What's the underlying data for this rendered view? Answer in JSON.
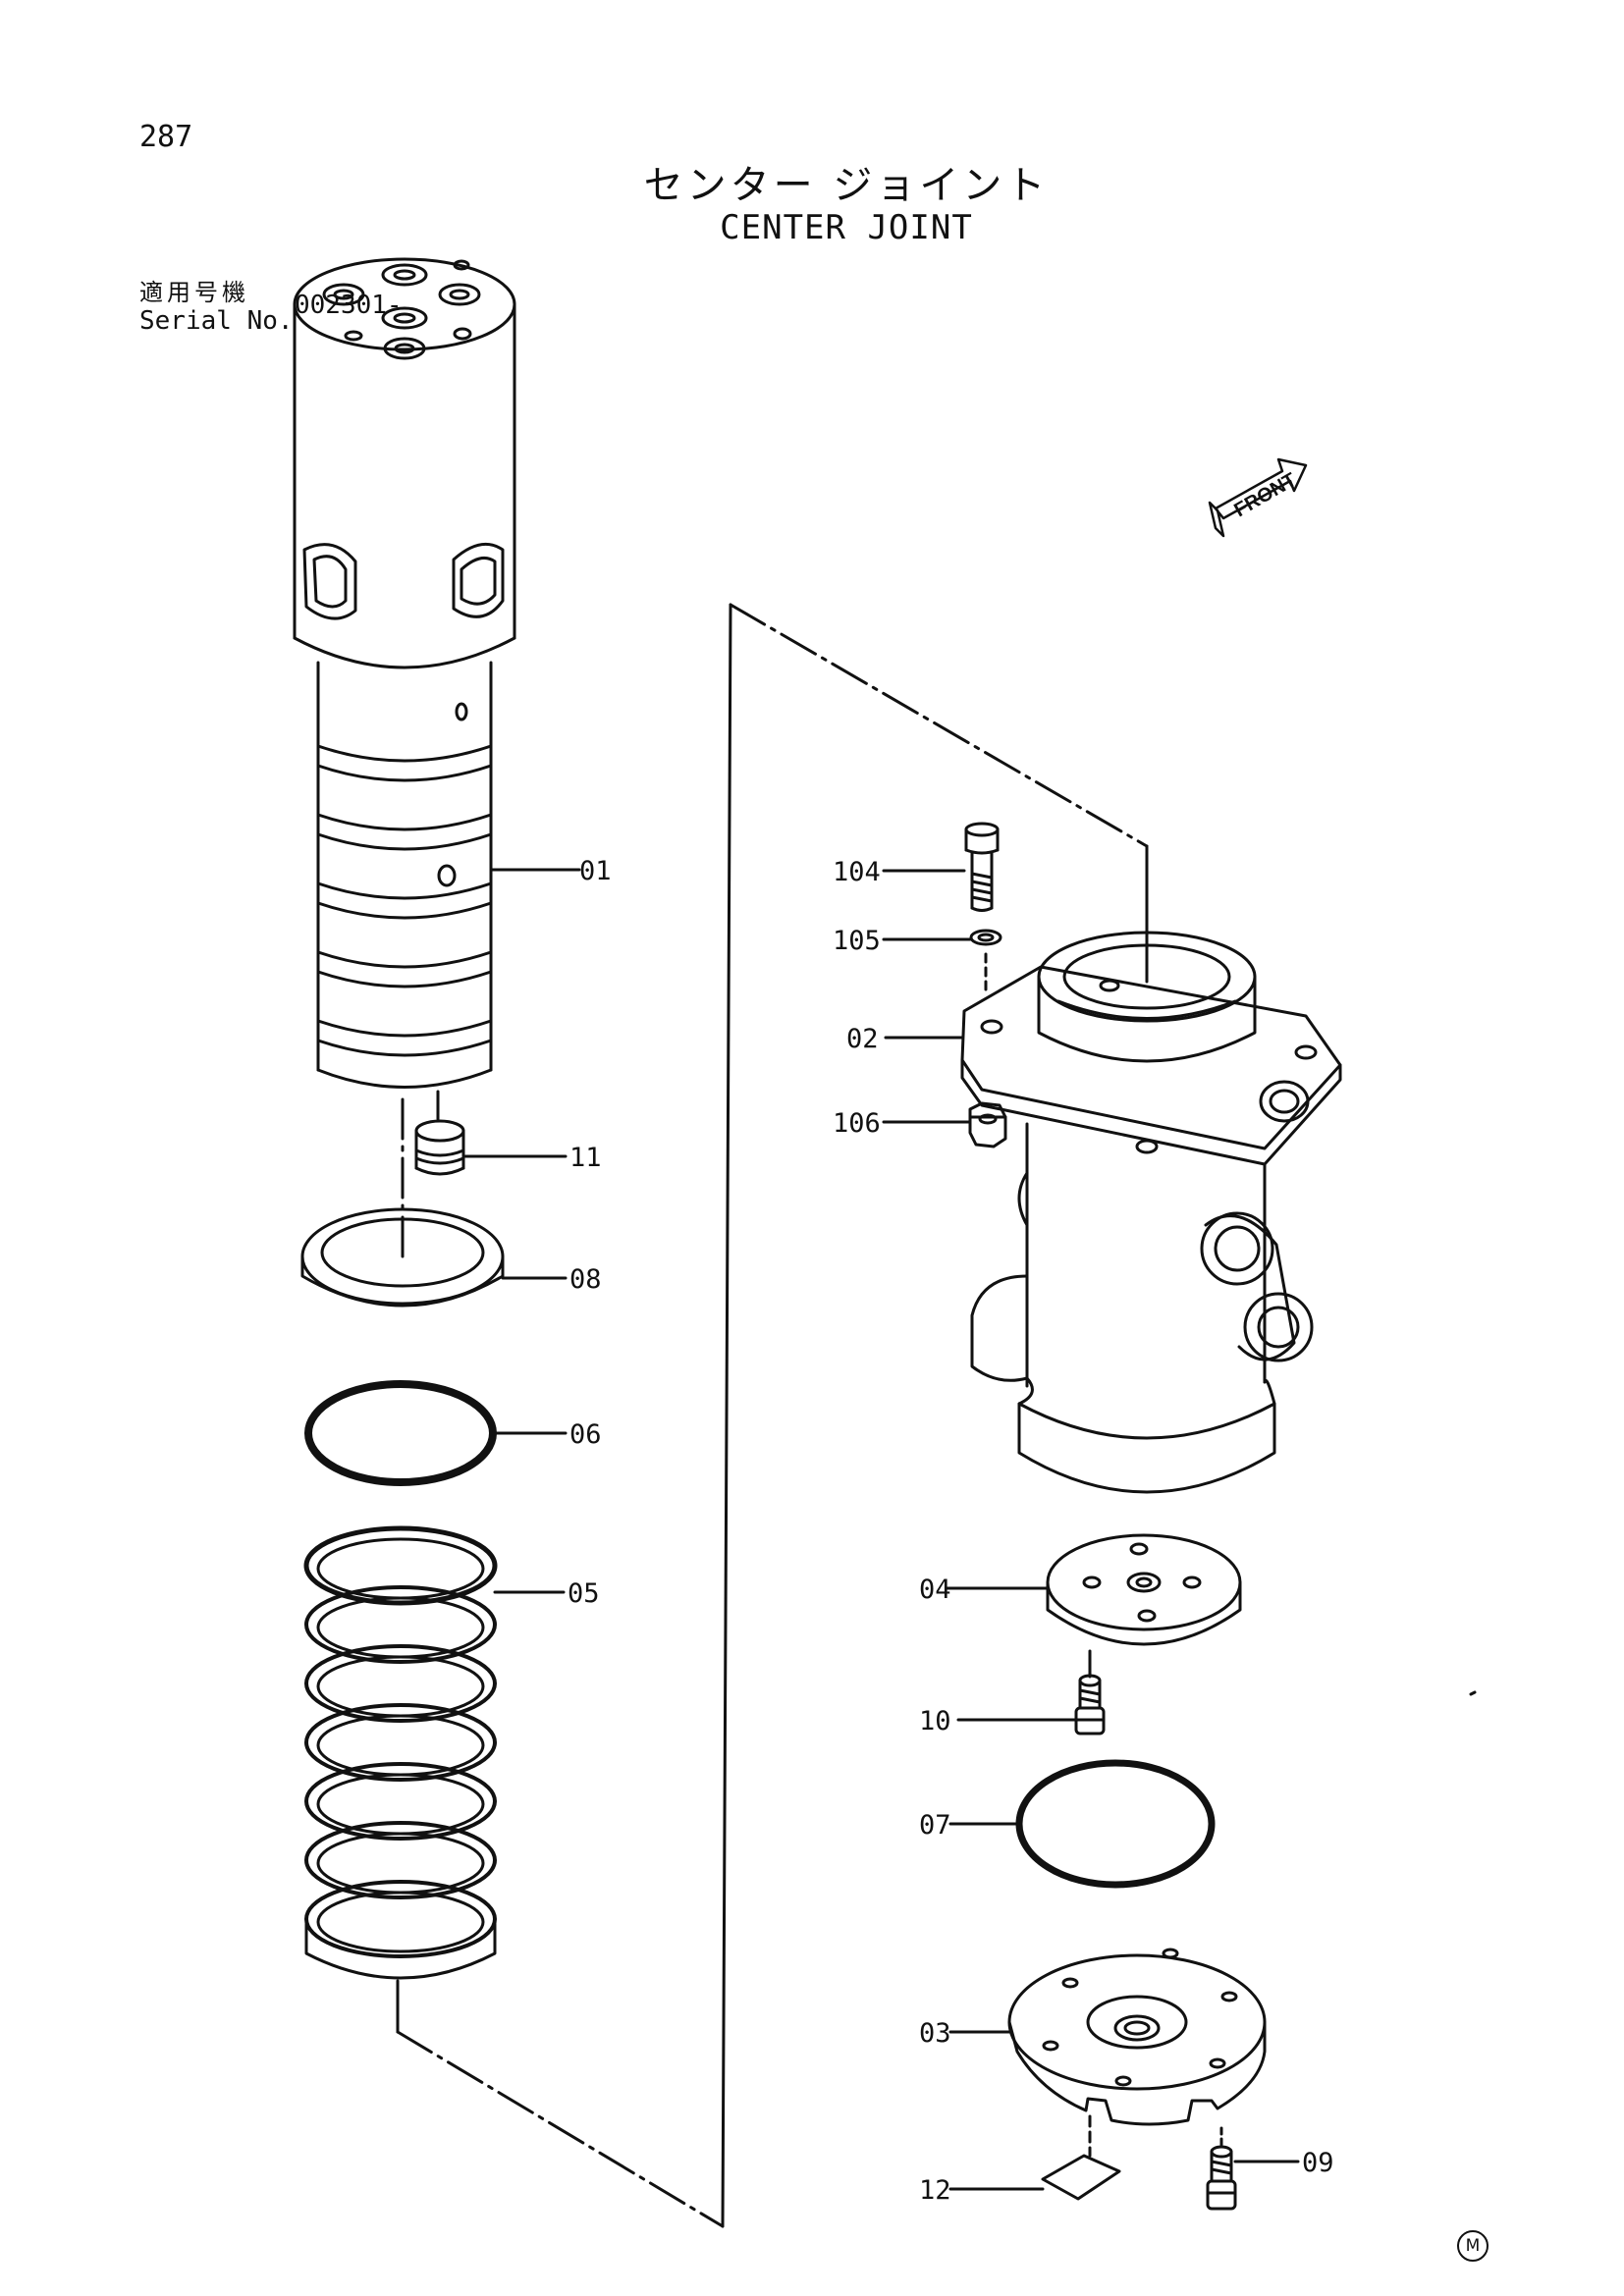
{
  "page_number": "287",
  "title_jp": "センター ジョイント",
  "title_en": "CENTER JOINT",
  "serial": {
    "label_jp": "適用号機",
    "label_en": "Serial No.",
    "value": "002301-"
  },
  "front_label": "FRONT",
  "callouts": {
    "p01": "01",
    "p11": "11",
    "p08": "08",
    "p06": "06",
    "p05": "05",
    "p104": "104",
    "p105": "105",
    "p02": "02",
    "p106": "106",
    "p04": "04",
    "p10": "10",
    "p07": "07",
    "p03": "03",
    "p12": "12",
    "p09": "09"
  },
  "corner_mark": "M"
}
